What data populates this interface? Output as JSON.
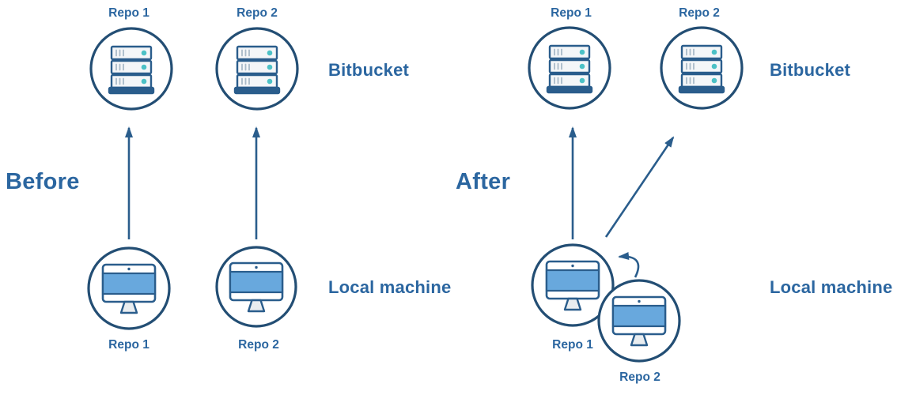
{
  "colors": {
    "background": "#ffffff",
    "text_blue": "#2b66a0",
    "circle_border": "#234e74",
    "icon_outline": "#2a5d8c",
    "arrow": "#2a5d8c",
    "teal_dot": "#4cc1c6",
    "screen_blue": "#68a8dd",
    "stand_gray": "#e9edf0",
    "tick_gray": "#a9bac8"
  },
  "icons": {
    "server": "server-icon",
    "monitor": "desktop-monitor-icon",
    "up_arrow": "up-arrow",
    "diagonal_arrow": "diagonal-up-right-arrow",
    "curved_arrow": "curved-left-arrow"
  },
  "before": {
    "heading": "Before",
    "bitbucket_label": "Bitbucket",
    "local_machine_label": "Local machine",
    "remote_repo1_label": "Repo 1",
    "remote_repo2_label": "Repo 2",
    "local_repo1_label": "Repo 1",
    "local_repo2_label": "Repo 2"
  },
  "after": {
    "heading": "After",
    "bitbucket_label": "Bitbucket",
    "local_machine_label": "Local machine",
    "remote_repo1_label": "Repo 1",
    "remote_repo2_label": "Repo 2",
    "local_repo1_label": "Repo 1",
    "local_repo2_label": "Repo 2"
  }
}
